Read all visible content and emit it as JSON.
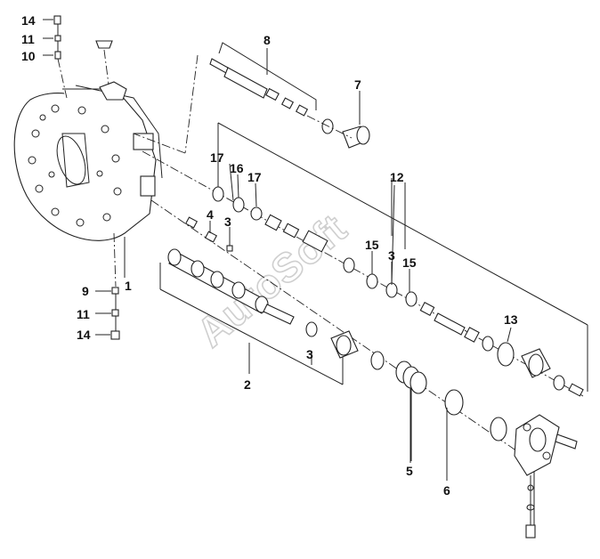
{
  "diagram": {
    "labels": [
      "14",
      "11",
      "10",
      "9",
      "11",
      "14",
      "1",
      "8",
      "7",
      "17",
      "16",
      "17",
      "4",
      "3",
      "2",
      "3",
      "12",
      "15",
      "3",
      "15",
      "13",
      "5",
      "6"
    ],
    "watermark": "AutoSoft"
  },
  "icons": {
    "housing": "pump-housing-icon",
    "spool": "valve-spool-icon",
    "spring": "coil-spring-icon",
    "oring": "o-ring-icon",
    "plug": "plug-icon",
    "cover": "cover-flange-icon",
    "bolt": "bolt-icon"
  }
}
